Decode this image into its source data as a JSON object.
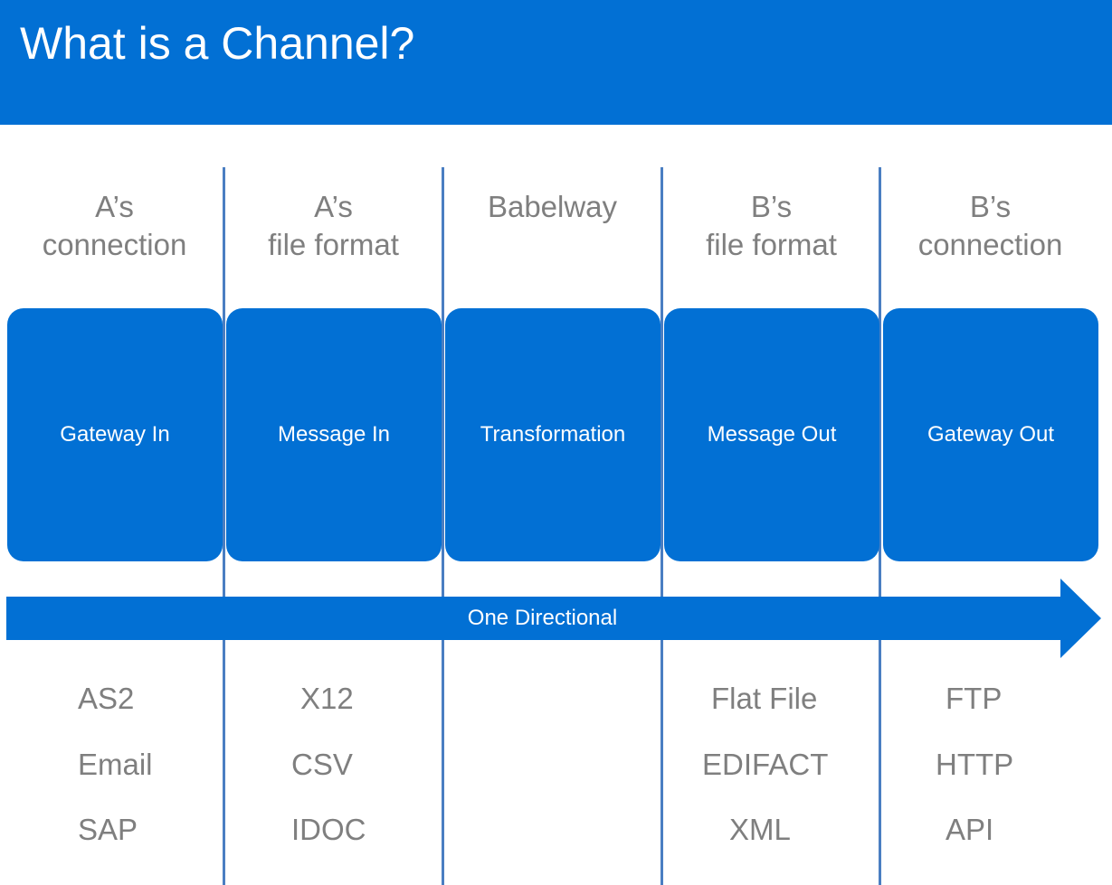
{
  "title": "What is a Channel?",
  "colors": {
    "header": "#0270d4",
    "box": "#0270d4",
    "divider": "#4a7ec2",
    "text_gray": "#7f7f7f"
  },
  "columns": [
    {
      "heading": [
        "A’s",
        "connection"
      ],
      "stage": "Gateway In",
      "examples": [
        "AS2",
        "Email",
        "SAP"
      ]
    },
    {
      "heading": [
        "A’s",
        "file format"
      ],
      "stage": "Message In",
      "examples": [
        "X12",
        "CSV",
        "IDOC"
      ]
    },
    {
      "heading": [
        "Babelway",
        ""
      ],
      "stage": "Transformation",
      "examples": []
    },
    {
      "heading": [
        "B’s",
        "file format"
      ],
      "stage": "Message Out",
      "examples": [
        "Flat File",
        "EDIFACT",
        "XML"
      ]
    },
    {
      "heading": [
        "B’s",
        "connection"
      ],
      "stage": "Gateway Out",
      "examples": [
        "FTP",
        "HTTP",
        "API"
      ]
    }
  ],
  "arrow_label": "One Directional"
}
